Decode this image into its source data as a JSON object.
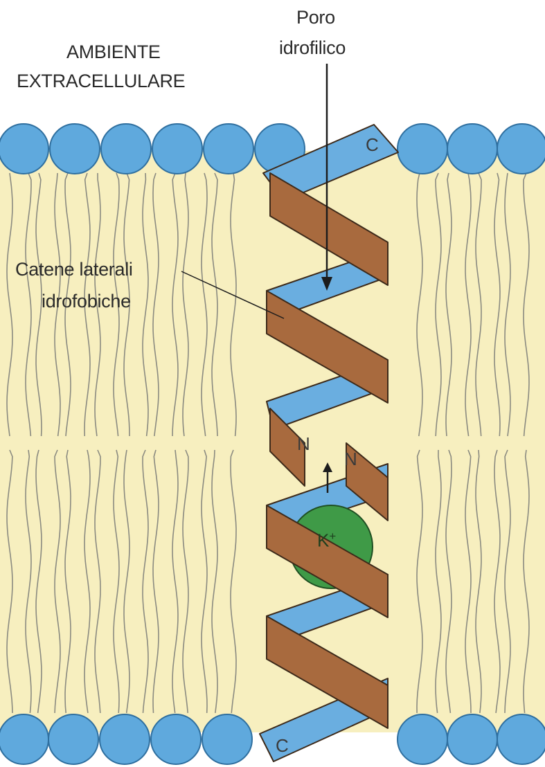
{
  "labels": {
    "extracellular_line1": "AMBIENTE",
    "extracellular_line2": "EXTRACELLULARE",
    "pore_line1": "Poro",
    "pore_line2": "idrofilico",
    "chains_line1": "Catene laterali",
    "chains_line2": "idrofobiche"
  },
  "terminals": {
    "c_top": "C",
    "c_bottom": "C",
    "n_left": "N",
    "n_right": "N"
  },
  "ion": {
    "symbol": "K",
    "charge": "+"
  },
  "colors": {
    "membrane_interior": "#f7efbf",
    "lipid_head": "#5fa9dd",
    "lipid_head_stroke": "#2f6f9f",
    "lipid_tail": "#8a8a80",
    "helix_front": "#a86a3e",
    "helix_back": "#6aaee0",
    "potassium_ion": "#3f9a47"
  }
}
